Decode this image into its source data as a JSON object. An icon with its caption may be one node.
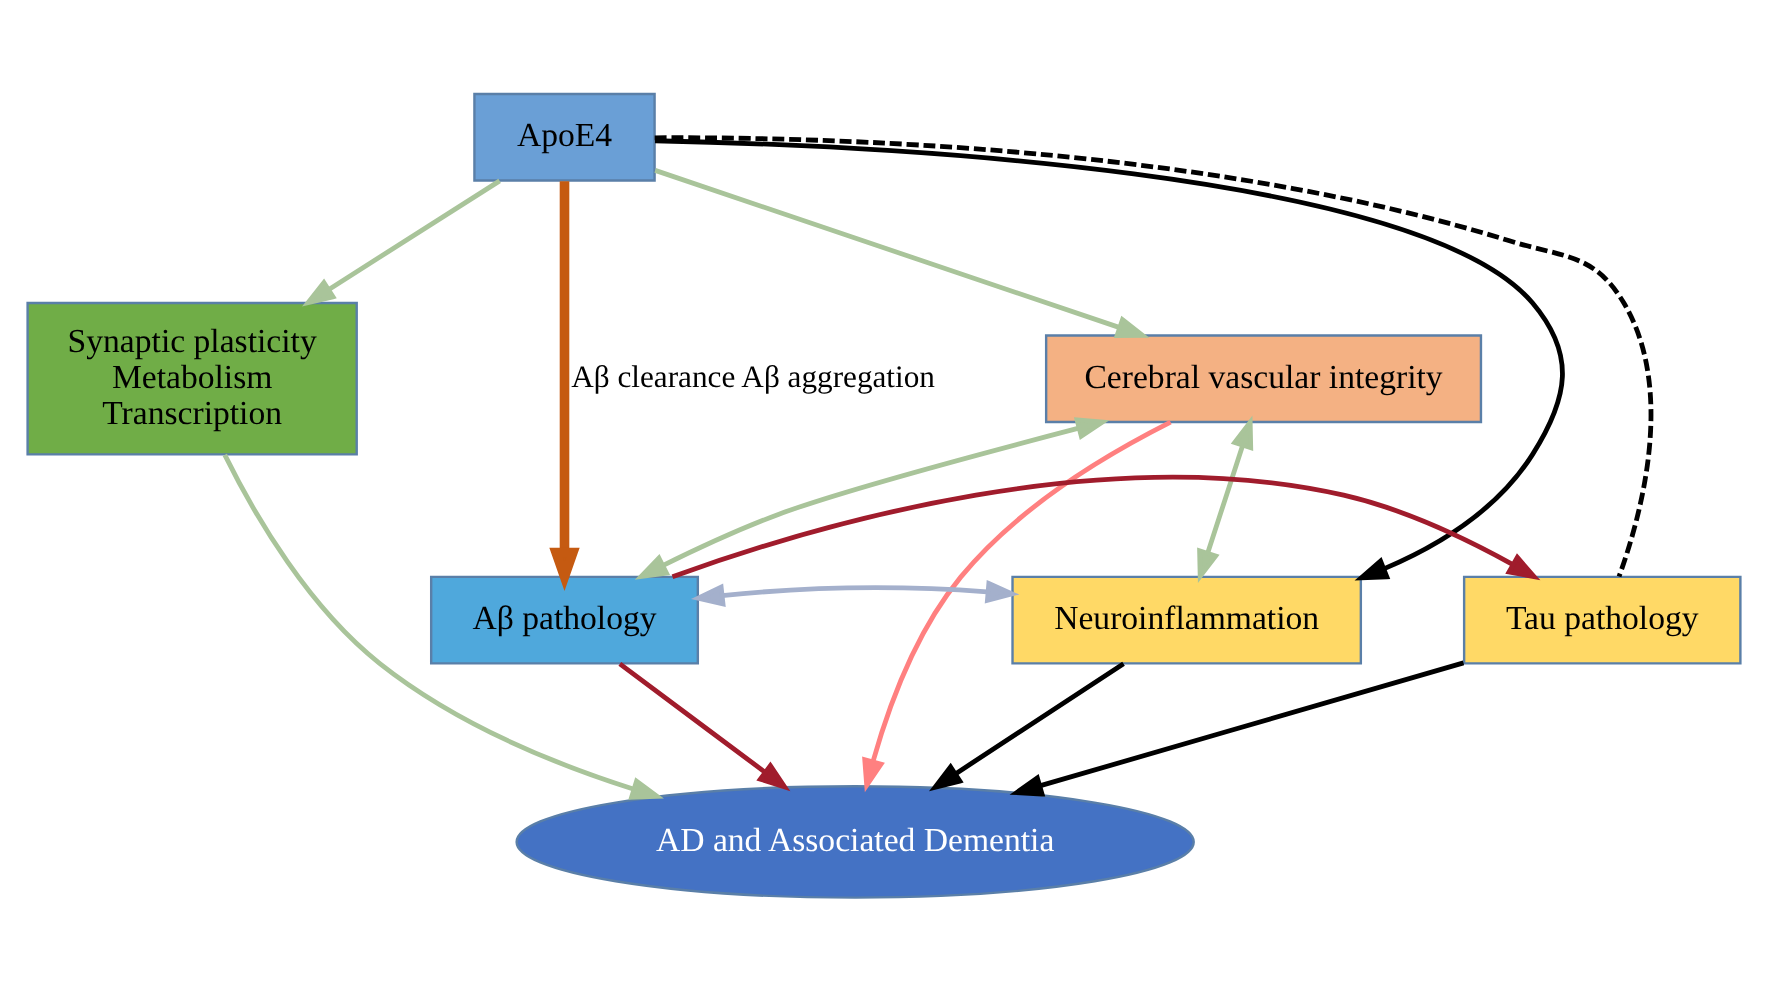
{
  "diagram": {
    "nodes": [
      {
        "text": [
          "ApoE4"
        ]
      },
      {
        "text": [
          "Cerebral vascular integrity"
        ]
      },
      {
        "text": [
          "Synaptic plasticity",
          "Metabolism",
          "Transcription"
        ]
      },
      {
        "text": [
          "Aβ pathology"
        ]
      },
      {
        "text": [
          "Tau pathology"
        ]
      },
      {
        "text": [
          "Neuroinflammation"
        ]
      },
      {
        "text": [
          "AD and Associated Dementia"
        ]
      }
    ],
    "edges": [
      {
        "from": 0,
        "to": 4,
        "arrow": "none",
        "style": "dashed",
        "color": "#000000"
      },
      {
        "from": 0,
        "to": 2,
        "arrow": "to",
        "color": "#a9c49a"
      },
      {
        "from": 0,
        "to": 3,
        "arrow": "to",
        "label": "Aβ clearance Aβ aggregation",
        "color": "#c55a11",
        "style": "thick"
      },
      {
        "from": 0,
        "to": 1,
        "arrow": "to",
        "color": "#a9c49a"
      },
      {
        "from": 0,
        "to": 5,
        "arrow": "to",
        "color": "#000000"
      },
      {
        "from": 1,
        "to": 3,
        "arrow": "both",
        "color": "#a9c49a"
      },
      {
        "from": 1,
        "to": 5,
        "arrow": "both",
        "color": "#a9c49a"
      },
      {
        "from": 3,
        "to": 4,
        "arrow": "to",
        "color": "#a01c2c"
      },
      {
        "from": 3,
        "to": 5,
        "arrow": "both",
        "color": "#a4b0cc"
      },
      {
        "from": 3,
        "to": 6,
        "arrow": "to",
        "color": "#a01c2c"
      },
      {
        "from": 1,
        "to": 6,
        "arrow": "to",
        "color": "#ff8080"
      },
      {
        "from": 2,
        "to": 6,
        "arrow": "to",
        "color": "#a9c49a"
      },
      {
        "from": 4,
        "to": 6,
        "arrow": "to",
        "color": "#000000"
      },
      {
        "from": 5,
        "to": 6,
        "arrow": "to",
        "color": "#000000"
      }
    ]
  }
}
